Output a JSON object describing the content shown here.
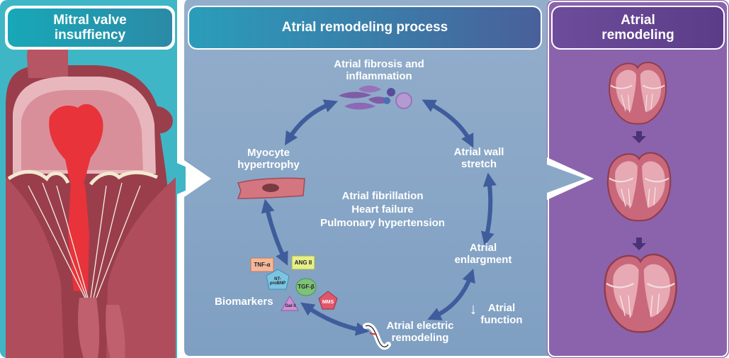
{
  "panels": {
    "left": {
      "title": "Mitral valve insuffiency",
      "title_color": "#1c9fb0"
    },
    "center": {
      "title": "Atrial remodeling process",
      "title_color": "#2e7fa5"
    },
    "right": {
      "title": "Atrial remodeling",
      "title_color": "#5a3d8a"
    }
  },
  "cycle": {
    "fibrosis": "Atrial fibrosis and inflammation",
    "wall_stretch": "Atrial wall stretch",
    "enlargement": "Atrial enlargment",
    "electric": "Atrial electric remodeling",
    "biomarkers": "Biomarkers",
    "hypertrophy": "Myocyte hypertrophy"
  },
  "outcomes": [
    "Atrial fibrillation",
    "Heart failure",
    "Pulmonary hypertension"
  ],
  "atrial_function": {
    "arrow": "↓",
    "label": "Atrial function"
  },
  "biomarkers": [
    "TNF-α",
    "ANG II",
    "NT-proBNP",
    "TGF-β",
    "Gal-3",
    "MMS"
  ],
  "colors": {
    "left_bg": "#3fb6c6",
    "center_bg": "#8aa8c6",
    "right_bg": "#8b63ad",
    "arrow": "#3f5c9c",
    "heart_muscle": "#b35563",
    "blood": "#e8333a"
  },
  "icons": {
    "cycle_arrow": "double-headed-arrow-icon",
    "stage_arrow": "down-arrow-icon"
  }
}
